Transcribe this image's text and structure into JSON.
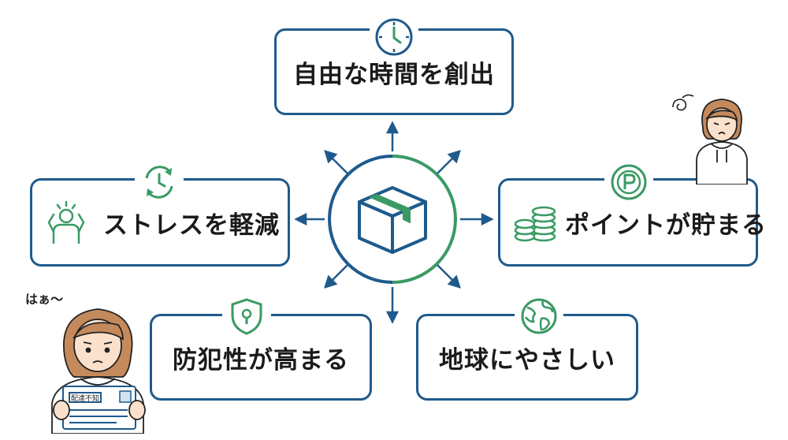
{
  "center": {
    "icon": "package-box-icon"
  },
  "benefits": [
    {
      "id": "free-time",
      "label": "自由な時間を創出",
      "icon": "clock-icon"
    },
    {
      "id": "points",
      "label": "ポイントが貯まる",
      "icon": "p-coin-icon"
    },
    {
      "id": "eco",
      "label": "地球にやさしい",
      "icon": "globe-icon"
    },
    {
      "id": "security",
      "label": "防犯性が高まる",
      "icon": "shield-keyhole-icon"
    },
    {
      "id": "stress",
      "label": "ストレスを軽減",
      "icon": "clock-cycle-icon"
    }
  ],
  "characters": {
    "left": {
      "speech": "はぁ〜",
      "card_text": "配達不知"
    }
  },
  "colors": {
    "navy": "#1f5a8c",
    "green": "#3a9a64"
  }
}
